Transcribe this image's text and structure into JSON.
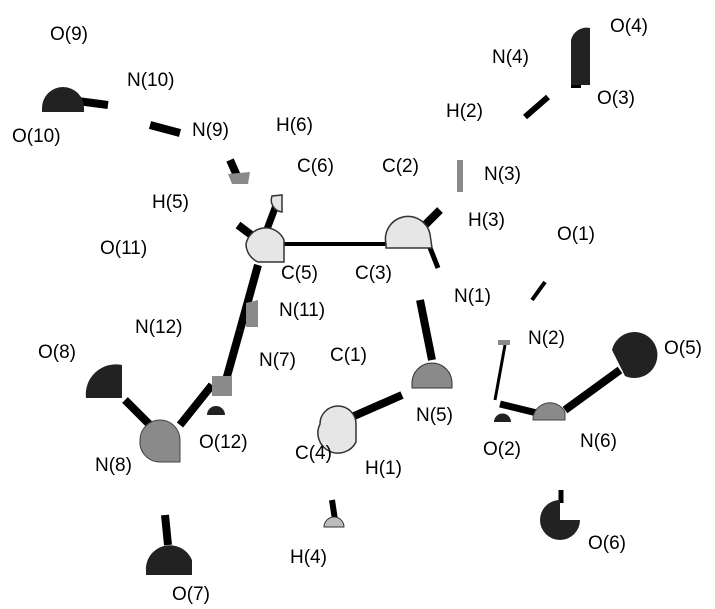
{
  "atom_labels": {
    "O9": "O(9)",
    "N10": "N(10)",
    "O10": "O(10)",
    "N9": "N(9)",
    "H6": "H(6)",
    "C6": "C(6)",
    "H5": "H(5)",
    "O11": "O(11)",
    "C5": "C(5)",
    "C3": "C(3)",
    "C2": "C(2)",
    "H2": "H(2)",
    "N4": "N(4)",
    "O4": "O(4)",
    "O3": "O(3)",
    "N3": "N(3)",
    "H3": "H(3)",
    "O1": "O(1)",
    "N1": "N(1)",
    "N2": "N(2)",
    "O5": "O(5)",
    "N12": "N(12)",
    "N11": "N(11)",
    "O8": "O(8)",
    "N7": "N(7)",
    "C1": "C(1)",
    "N5": "N(5)",
    "O12": "O(12)",
    "C4": "C(4)",
    "H1": "H(1)",
    "N8": "N(8)",
    "O2": "O(2)",
    "N6": "N(6)",
    "H4": "H(4)",
    "O6": "O(6)",
    "O7": "O(7)"
  },
  "colors": {
    "oxygen": "#222222",
    "nitrogen": "#8a8a8a",
    "carbon": "#e6e6e6",
    "hydrogen": "#bdbdbd",
    "bond": "#000000",
    "background": "#ffffff"
  }
}
